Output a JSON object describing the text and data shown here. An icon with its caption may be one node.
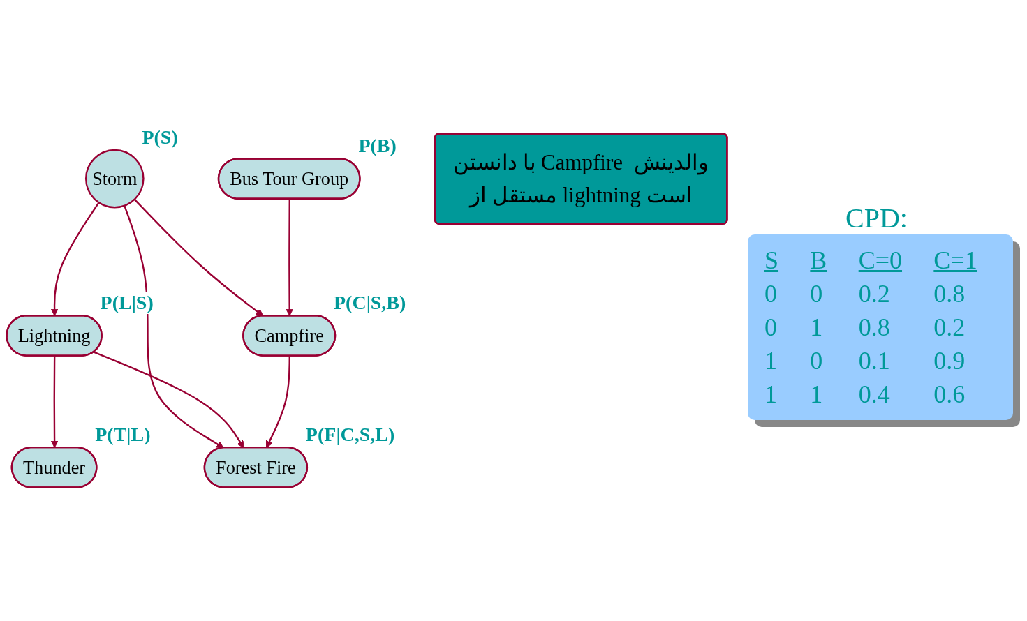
{
  "diagram": {
    "nodes": [
      {
        "text": [
          "Storm"
        ],
        "beside": [
          "P(S)"
        ]
      },
      {
        "text": [
          "Bus Tour Group"
        ],
        "beside": [
          "P(B)"
        ]
      },
      {
        "text": [
          "Lightning"
        ],
        "beside": [
          "P(L|S)"
        ]
      },
      {
        "text": [
          "Campfire"
        ],
        "beside": [
          "P(C|S,B)"
        ]
      },
      {
        "text": [
          "Thunder"
        ],
        "beside": [
          "P(T|L)"
        ]
      },
      {
        "text": [
          "Forest Fire"
        ],
        "beside": [
          "P(F|C,S,L)"
        ]
      },
      {
        "text": [
          "با دانستن Campfire والدینش مستقل از lightning است"
        ]
      }
    ],
    "edges": [
      {
        "from": 0,
        "to": 2,
        "arrow": "to"
      },
      {
        "from": 0,
        "to": 3,
        "arrow": "to"
      },
      {
        "from": 0,
        "to": 5,
        "arrow": "to"
      },
      {
        "from": 1,
        "to": 3,
        "arrow": "to"
      },
      {
        "from": 2,
        "to": 4,
        "arrow": "to"
      },
      {
        "from": 2,
        "to": 5,
        "arrow": "to"
      },
      {
        "from": 3,
        "to": 5,
        "arrow": "to"
      }
    ],
    "labels": [
      "CPD:",
      "S",
      "B",
      "C=0",
      "C=1",
      "0",
      "0",
      "0.2",
      "0.8",
      "0",
      "1",
      "0.8",
      "0.2",
      "1",
      "0",
      "0.1",
      "0.9",
      "1",
      "1",
      "0.4",
      "0.6"
    ]
  }
}
